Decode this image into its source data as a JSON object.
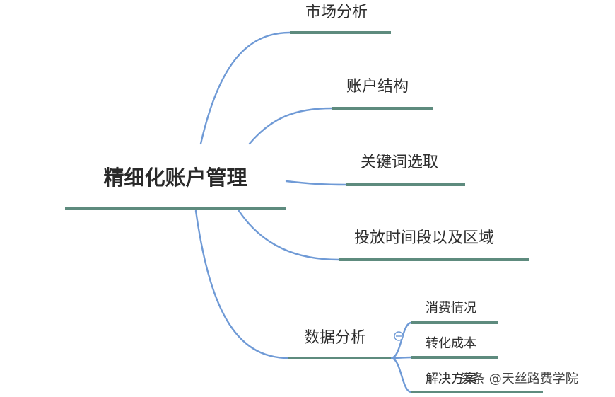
{
  "root": {
    "label": "精细化账户管理"
  },
  "branches": [
    {
      "label": "市场分析"
    },
    {
      "label": "账户结构"
    },
    {
      "label": "关键词选取"
    },
    {
      "label": "投放时间段以及区域"
    },
    {
      "label": "数据分析",
      "children": [
        {
          "label": "消费情况"
        },
        {
          "label": "转化成本"
        },
        {
          "label": "解决方案"
        }
      ]
    }
  ],
  "watermark": "头条 @天丝路费学院",
  "colors": {
    "branch_line": "#6f9ad6",
    "underline": "#5e8b7e",
    "text": "#2f2f2f"
  },
  "icons": {
    "collapse": "collapse-minus-icon"
  }
}
